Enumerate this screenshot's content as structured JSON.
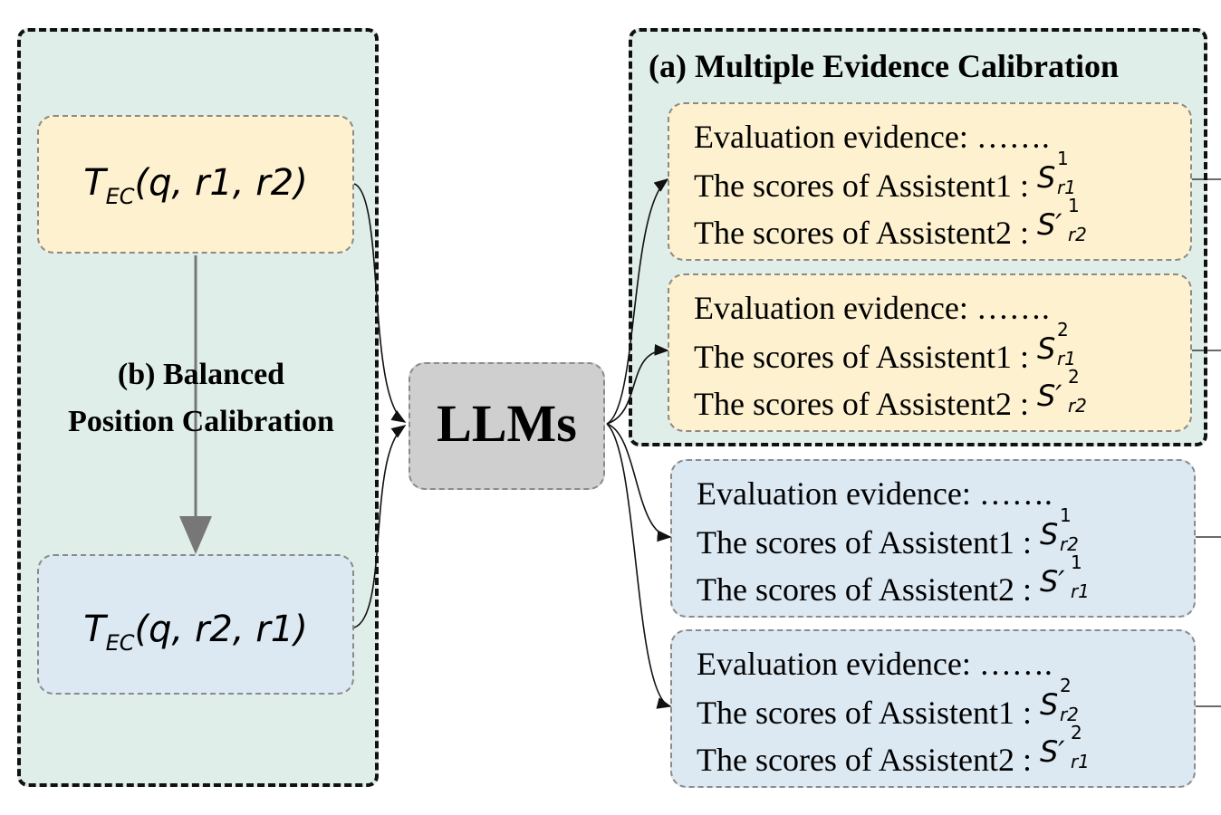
{
  "panel_b": {
    "title_line1": "(b) Balanced",
    "title_line2": "Position Calibration",
    "formula_top": {
      "T": "T",
      "sub": "EC",
      "args": "(q, r1, r2)"
    },
    "formula_bottom": {
      "T": "T",
      "sub": "EC",
      "args": "(q, r2, r1)"
    }
  },
  "center": {
    "label": "LLMs"
  },
  "panel_a": {
    "title": "(a) Multiple Evidence Calibration"
  },
  "evidence_boxes": [
    {
      "color": "#fdf1cf",
      "evidence": "Evaluation evidence: …….",
      "line1": "The scores of Assistent1 :",
      "line2": "The scores of Assistent2 :",
      "s1": {
        "base": "S",
        "sup": "1",
        "sub": "r1",
        "primed": false
      },
      "s2": {
        "base": "S′",
        "sup": "1",
        "sub": "r2",
        "primed": true
      }
    },
    {
      "color": "#fdf1cf",
      "evidence": "Evaluation evidence: …….",
      "line1": "The scores of Assistent1 :",
      "line2": "The scores of Assistent2 :",
      "s1": {
        "base": "S",
        "sup": "2",
        "sub": "r1",
        "primed": false
      },
      "s2": {
        "base": "S′",
        "sup": "2",
        "sub": "r2",
        "primed": true
      }
    },
    {
      "color": "#dce9f3",
      "evidence": "Evaluation evidence: …….",
      "line1": "The scores of Assistent1 :",
      "line2": "The scores of Assistent2 :",
      "s1": {
        "base": "S",
        "sup": "1",
        "sub": "r2",
        "primed": false
      },
      "s2": {
        "base": "S′",
        "sup": "1",
        "sub": "r1",
        "primed": true
      }
    },
    {
      "color": "#dce9f3",
      "evidence": "Evaluation evidence: …….",
      "line1": "The scores of Assistent1 :",
      "line2": "The scores of Assistent2 :",
      "s1": {
        "base": "S",
        "sup": "2",
        "sub": "r2",
        "primed": false
      },
      "s2": {
        "base": "S′",
        "sup": "2",
        "sub": "r1",
        "primed": true
      }
    }
  ],
  "colors": {
    "panel_bg": "#dfeee9",
    "yellow_box": "#fdf1cf",
    "blue_box": "#dce9f3",
    "llm_box": "#cfcfcf"
  }
}
